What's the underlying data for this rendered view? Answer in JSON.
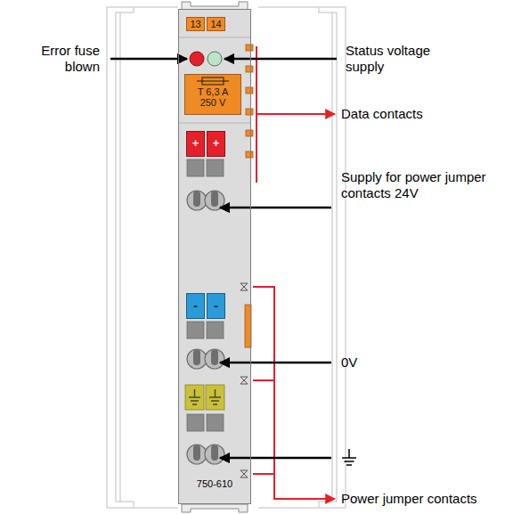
{
  "diagram": {
    "nodes": [
      {
        "text": [
          "750-610"
        ]
      },
      {
        "text": [
          "13"
        ],
        "in": 0
      },
      {
        "text": [
          "14"
        ],
        "in": 0
      },
      {
        "text": [
          "T 6,3 A 250 V"
        ],
        "in": 0
      },
      {
        "text": [
          "+"
        ],
        "in": 0
      },
      {
        "text": [
          "+"
        ],
        "in": 0
      },
      {
        "text": [
          "-"
        ],
        "in": 0
      },
      {
        "text": [
          "-"
        ],
        "in": 0
      }
    ],
    "labels": [
      "Error fuse blown",
      "Status voltage supply",
      "Data contacts",
      "Supply for power jumper contacts 24V",
      "0V",
      "Power jumper contacts"
    ]
  }
}
